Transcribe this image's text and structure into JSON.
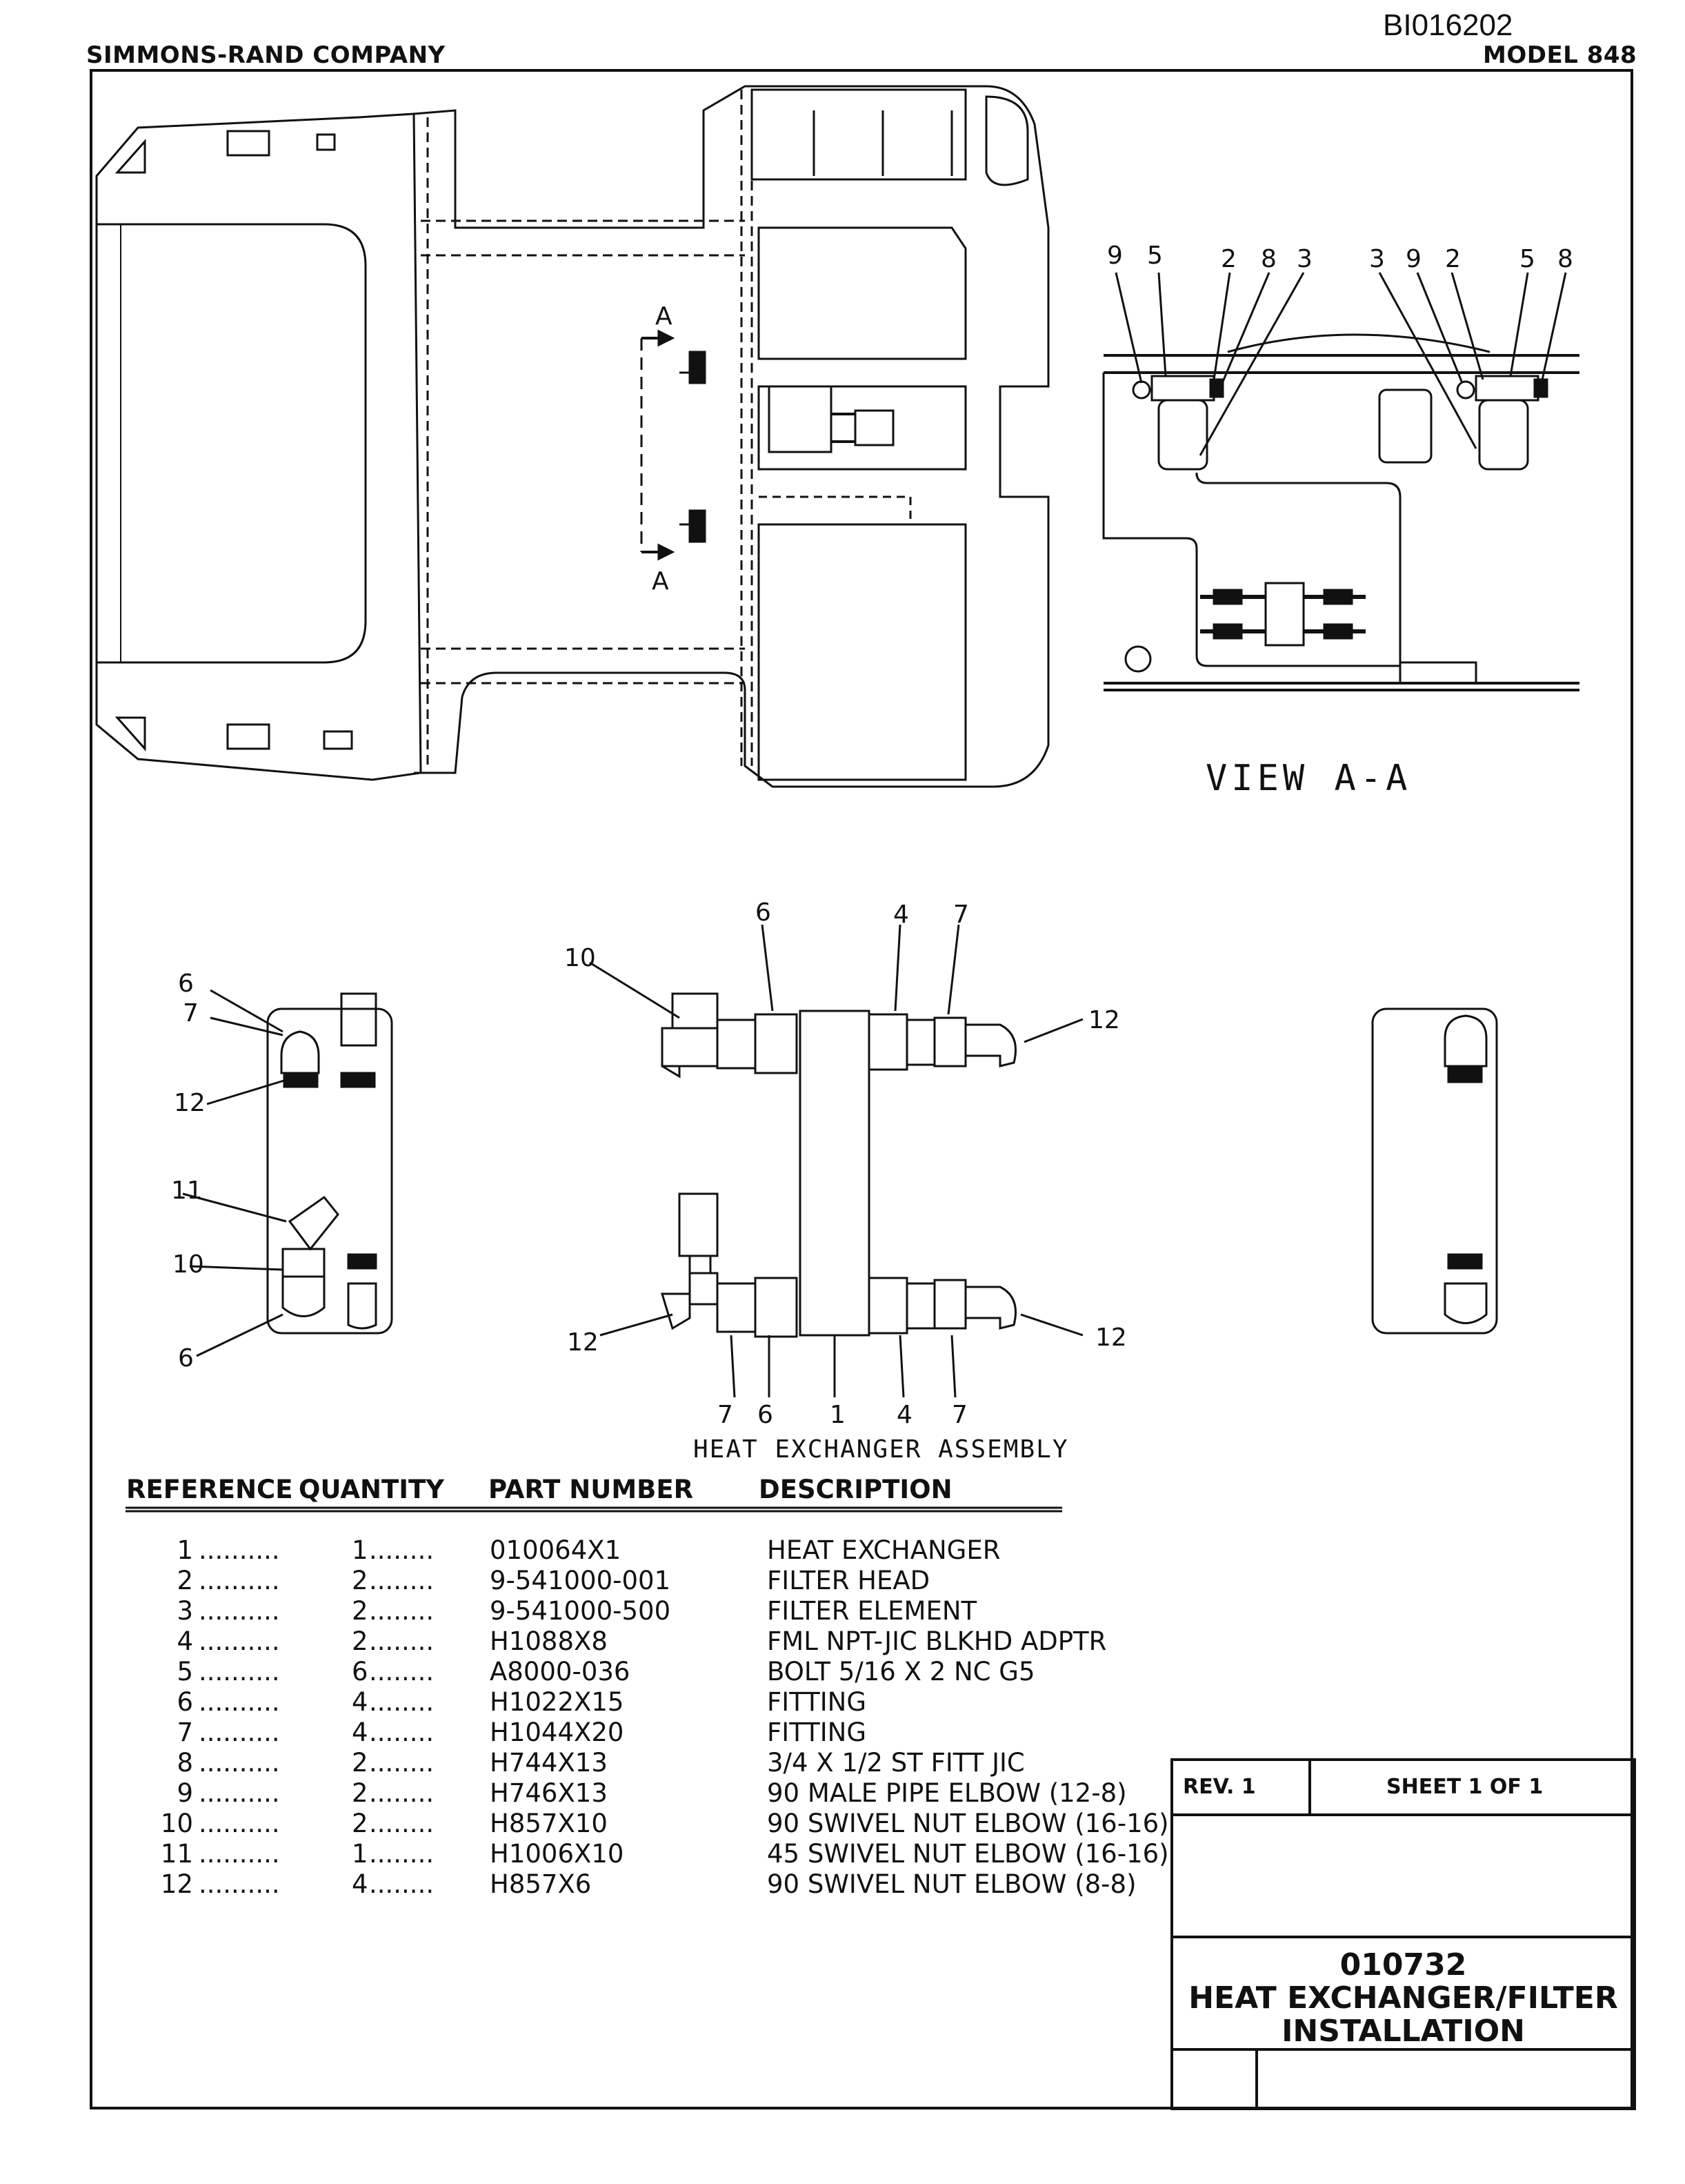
{
  "header": {
    "doc_id": "BI016202",
    "company": "SIMMONS-RAND COMPANY",
    "model": "MODEL 848"
  },
  "top_view": {
    "section_marker": "A"
  },
  "view_aa": {
    "title": "VIEW A-A",
    "callouts_left": [
      "9",
      "5",
      "2",
      "8",
      "3"
    ],
    "callouts_right": [
      "3",
      "9",
      "2",
      "5",
      "8"
    ]
  },
  "left_detail": {
    "callouts": [
      "6",
      "7",
      "12",
      "11",
      "10",
      "6"
    ]
  },
  "assembly": {
    "title": "HEAT EXCHANGER ASSEMBLY",
    "callouts_top": [
      "10",
      "6",
      "4",
      "7",
      "12"
    ],
    "callouts_bottom": [
      "12",
      "7",
      "6",
      "1",
      "4",
      "7",
      "12"
    ]
  },
  "parts_table": {
    "headers": [
      "REFERENCE",
      "QUANTITY",
      "PART NUMBER",
      "DESCRIPTION"
    ],
    "rows": [
      {
        "ref": "1",
        "qty": "1",
        "part": "010064X1",
        "desc": "HEAT EXCHANGER"
      },
      {
        "ref": "2",
        "qty": "2",
        "part": "9-541000-001",
        "desc": "FILTER HEAD"
      },
      {
        "ref": "3",
        "qty": "2",
        "part": "9-541000-500",
        "desc": "FILTER ELEMENT"
      },
      {
        "ref": "4",
        "qty": "2",
        "part": "H1088X8",
        "desc": "FML NPT-JIC BLKHD ADPTR"
      },
      {
        "ref": "5",
        "qty": "6",
        "part": "A8000-036",
        "desc": "BOLT 5/16 X 2 NC G5"
      },
      {
        "ref": "6",
        "qty": "4",
        "part": "H1022X15",
        "desc": "FITTING"
      },
      {
        "ref": "7",
        "qty": "4",
        "part": "H1044X20",
        "desc": "FITTING"
      },
      {
        "ref": "8",
        "qty": "2",
        "part": "H744X13",
        "desc": "3/4 X 1/2 ST FITT JIC"
      },
      {
        "ref": "9",
        "qty": "2",
        "part": "H746X13",
        "desc": "90 MALE PIPE ELBOW (12-8)"
      },
      {
        "ref": "10",
        "qty": "2",
        "part": "H857X10",
        "desc": "90 SWIVEL NUT ELBOW (16-16)"
      },
      {
        "ref": "11",
        "qty": "1",
        "part": "H1006X10",
        "desc": "45 SWIVEL NUT ELBOW (16-16)"
      },
      {
        "ref": "12",
        "qty": "4",
        "part": "H857X6",
        "desc": "90 SWIVEL NUT ELBOW (8-8)"
      }
    ]
  },
  "title_block": {
    "rev": "REV. 1",
    "sheet": "SHEET 1 OF 1",
    "drawing_number": "010732",
    "title_line1": "HEAT EXCHANGER/FILTER",
    "title_line2": "INSTALLATION"
  }
}
